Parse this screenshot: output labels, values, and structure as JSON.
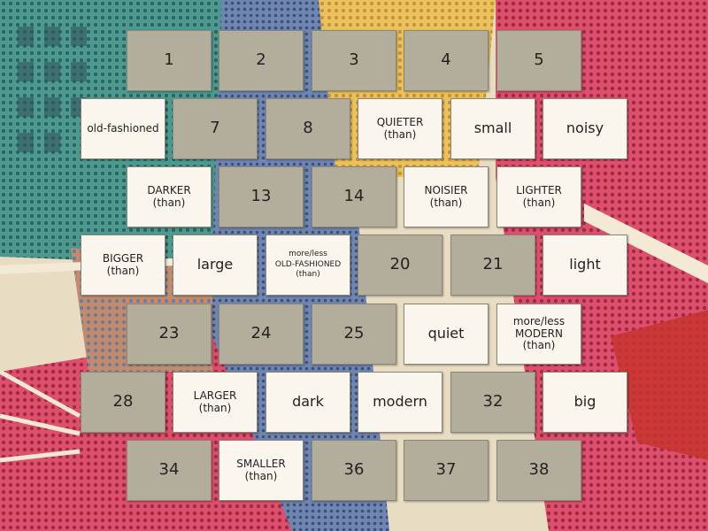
{
  "colors": {
    "hidden_tile": "#b3ae9c",
    "revealed_tile": "#faf6ee",
    "background": "#e8dcc2"
  },
  "rows": [
    [
      {
        "label": "1",
        "state": "hidden"
      },
      {
        "label": "2",
        "state": "hidden"
      },
      {
        "label": "3",
        "state": "hidden"
      },
      {
        "label": "4",
        "state": "hidden"
      },
      {
        "label": "5",
        "state": "hidden"
      }
    ],
    [
      {
        "label": "old-fashioned",
        "state": "revealed"
      },
      {
        "label": "7",
        "state": "hidden"
      },
      {
        "label": "8",
        "state": "hidden"
      },
      {
        "label": "QUIETER\n(than)",
        "state": "revealed"
      },
      {
        "label": "small",
        "state": "revealed"
      },
      {
        "label": "noisy",
        "state": "revealed"
      }
    ],
    [
      {
        "label": "DARKER\n(than)",
        "state": "revealed"
      },
      {
        "label": "13",
        "state": "hidden"
      },
      {
        "label": "14",
        "state": "hidden"
      },
      {
        "label": "NOISIER\n(than)",
        "state": "revealed"
      },
      {
        "label": "LIGHTER\n(than)",
        "state": "revealed"
      }
    ],
    [
      {
        "label": "BIGGER\n(than)",
        "state": "revealed"
      },
      {
        "label": "large",
        "state": "revealed"
      },
      {
        "label": "more/less\nOLD-FASHIONED\n(than)",
        "state": "revealed"
      },
      {
        "label": "20",
        "state": "hidden"
      },
      {
        "label": "21",
        "state": "hidden"
      },
      {
        "label": "light",
        "state": "revealed"
      }
    ],
    [
      {
        "label": "23",
        "state": "hidden"
      },
      {
        "label": "24",
        "state": "hidden"
      },
      {
        "label": "25",
        "state": "hidden"
      },
      {
        "label": "quiet",
        "state": "revealed"
      },
      {
        "label": "more/less\nMODERN\n(than)",
        "state": "revealed"
      }
    ],
    [
      {
        "label": "28",
        "state": "hidden"
      },
      {
        "label": "LARGER\n(than)",
        "state": "revealed"
      },
      {
        "label": "dark",
        "state": "revealed"
      },
      {
        "label": "modern",
        "state": "revealed"
      },
      {
        "label": "32",
        "state": "hidden"
      },
      {
        "label": "big",
        "state": "revealed"
      }
    ],
    [
      {
        "label": "34",
        "state": "hidden"
      },
      {
        "label": "SMALLER\n(than)",
        "state": "revealed"
      },
      {
        "label": "36",
        "state": "hidden"
      },
      {
        "label": "37",
        "state": "hidden"
      },
      {
        "label": "38",
        "state": "hidden"
      }
    ]
  ]
}
